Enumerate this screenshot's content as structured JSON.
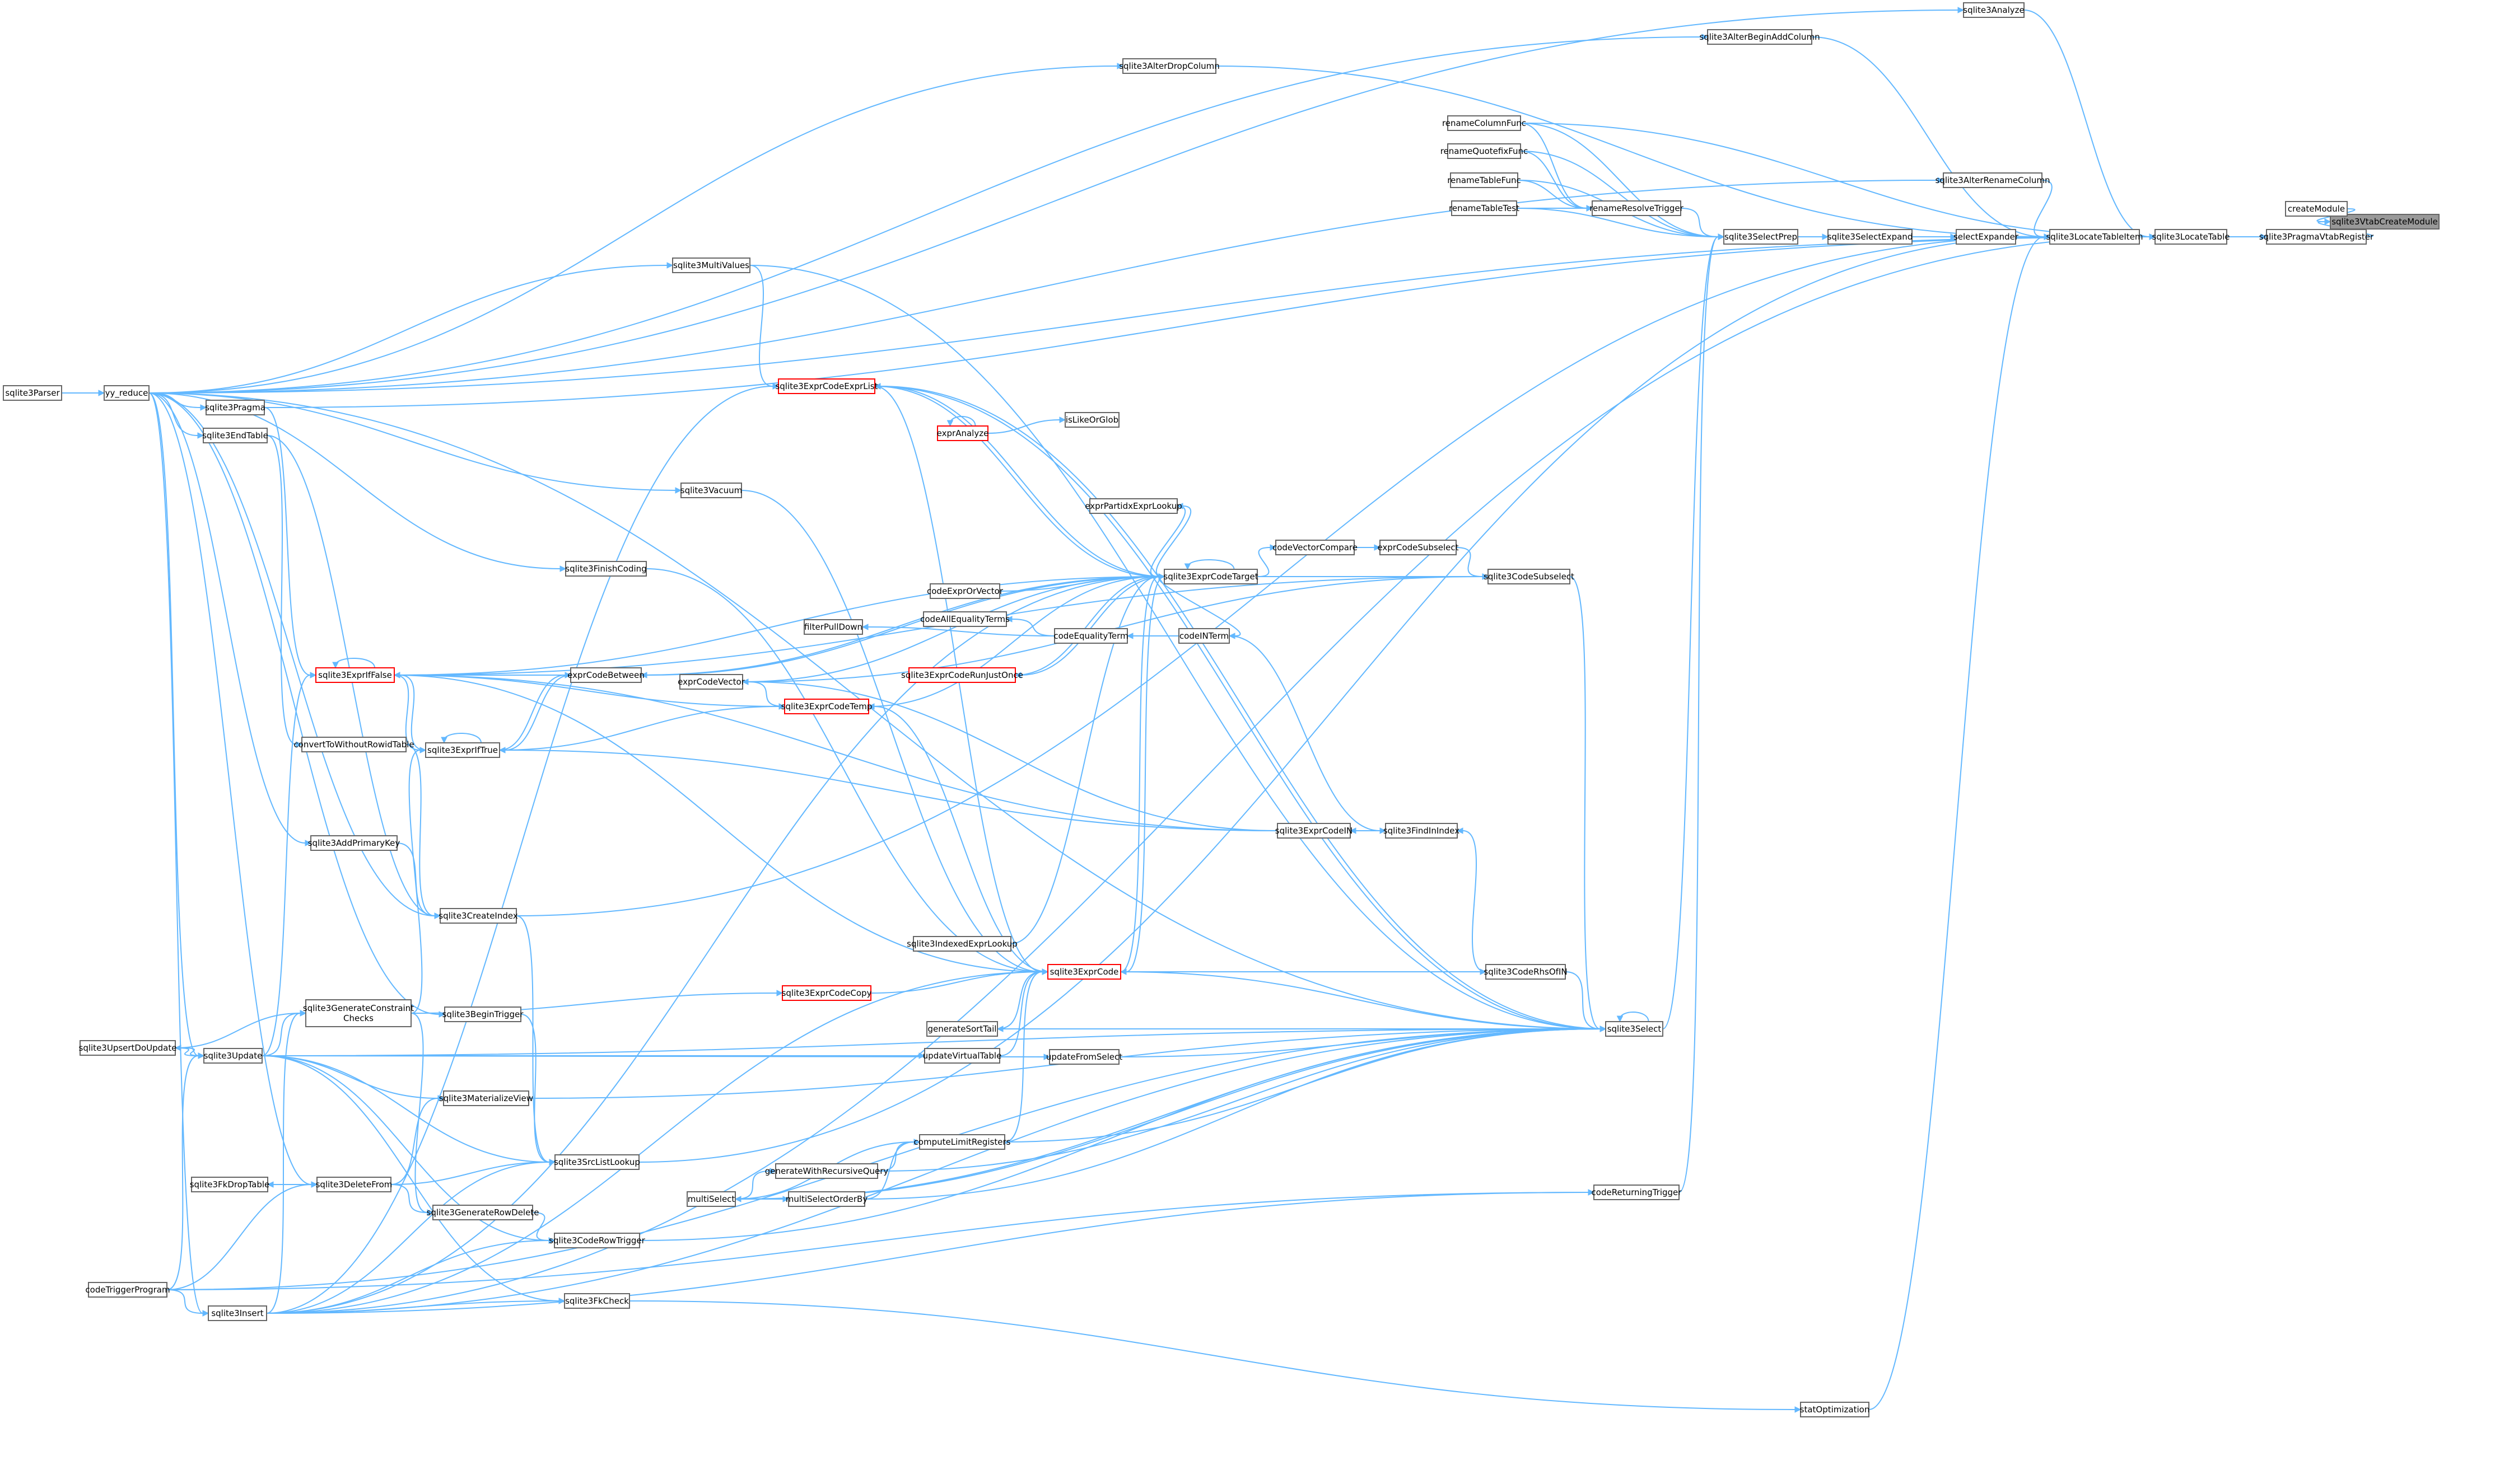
{
  "graph": {
    "highlighted": "sqlite3VtabCreateModule",
    "colors": {
      "edge": "#63b8ff",
      "node_border": "#666666",
      "red_border": "#ff0000",
      "highlight_fill": "#999999"
    },
    "nodes": [
      {
        "id": "sqlite3VtabCreateModule",
        "label": "sqlite3VtabCreateModule"
      },
      {
        "id": "createModule",
        "label": "createModule"
      },
      {
        "id": "sqlite3PragmaVtabRegister",
        "label": "sqlite3PragmaVtabRegister"
      },
      {
        "id": "sqlite3LocateTable",
        "label": "sqlite3LocateTable"
      },
      {
        "id": "sqlite3Analyze",
        "label": "sqlite3Analyze"
      },
      {
        "id": "sqlite3LocateTableItem",
        "label": "sqlite3LocateTableItem"
      },
      {
        "id": "sqlite3AlterBeginAddColumn",
        "label": "sqlite3AlterBeginAddColumn"
      },
      {
        "id": "sqlite3AlterDropColumn",
        "label": "sqlite3AlterDropColumn"
      },
      {
        "id": "sqlite3AlterRenameColumn",
        "label": "sqlite3AlterRenameColumn"
      },
      {
        "id": "selectExpander",
        "label": "selectExpander"
      },
      {
        "id": "sqlite3SelectExpand",
        "label": "sqlite3SelectExpand"
      },
      {
        "id": "sqlite3SelectPrep",
        "label": "sqlite3SelectPrep"
      },
      {
        "id": "renameColumnFunc",
        "label": "renameColumnFunc"
      },
      {
        "id": "renameQuotefixFunc",
        "label": "renameQuotefixFunc"
      },
      {
        "id": "renameTableFunc",
        "label": "renameTableFunc"
      },
      {
        "id": "renameTableTest",
        "label": "renameTableTest"
      },
      {
        "id": "renameResolveTrigger",
        "label": "renameResolveTrigger"
      },
      {
        "id": "sqlite3Parser",
        "label": "sqlite3Parser"
      },
      {
        "id": "yy_reduce",
        "label": "yy_reduce"
      },
      {
        "id": "sqlite3MultiValues",
        "label": "sqlite3MultiValues"
      },
      {
        "id": "sqlite3ExprCodeExprList",
        "label": "sqlite3ExprCodeExprList"
      },
      {
        "id": "sqlite3Pragma",
        "label": "sqlite3Pragma"
      },
      {
        "id": "sqlite3EndTable",
        "label": "sqlite3EndTable"
      },
      {
        "id": "exprAnalyze",
        "label": "exprAnalyze"
      },
      {
        "id": "isLikeOrGlob",
        "label": "isLikeOrGlob"
      },
      {
        "id": "sqlite3Vacuum",
        "label": "sqlite3Vacuum"
      },
      {
        "id": "exprPartidxExprLookup",
        "label": "exprPartidxExprLookup"
      },
      {
        "id": "codeVectorCompare",
        "label": "codeVectorCompare"
      },
      {
        "id": "exprCodeSubselect",
        "label": "exprCodeSubselect"
      },
      {
        "id": "sqlite3FinishCoding",
        "label": "sqlite3FinishCoding"
      },
      {
        "id": "sqlite3ExprCodeTarget",
        "label": "sqlite3ExprCodeTarget"
      },
      {
        "id": "sqlite3CodeSubselect",
        "label": "sqlite3CodeSubselect"
      },
      {
        "id": "codeExprOrVector",
        "label": "codeExprOrVector"
      },
      {
        "id": "codeAllEqualityTerms",
        "label": "codeAllEqualityTerms"
      },
      {
        "id": "filterPullDown",
        "label": "filterPullDown"
      },
      {
        "id": "codeEqualityTerm",
        "label": "codeEqualityTerm"
      },
      {
        "id": "codeINTerm",
        "label": "codeINTerm"
      },
      {
        "id": "sqlite3ExprIfFalse",
        "label": "sqlite3ExprIfFalse"
      },
      {
        "id": "exprCodeBetween",
        "label": "exprCodeBetween"
      },
      {
        "id": "exprCodeVector",
        "label": "exprCodeVector"
      },
      {
        "id": "sqlite3ExprCodeRunJustOnce",
        "label": "sqlite3ExprCodeRunJustOnce"
      },
      {
        "id": "sqlite3ExprCodeTemp",
        "label": "sqlite3ExprCodeTemp"
      },
      {
        "id": "convertToWithoutRowidTable",
        "label": "convertToWithoutRowidTable"
      },
      {
        "id": "sqlite3ExprIfTrue",
        "label": "sqlite3ExprIfTrue"
      },
      {
        "id": "sqlite3ExprCodeIN",
        "label": "sqlite3ExprCodeIN"
      },
      {
        "id": "sqlite3FindInIndex",
        "label": "sqlite3FindInIndex"
      },
      {
        "id": "sqlite3AddPrimaryKey",
        "label": "sqlite3AddPrimaryKey"
      },
      {
        "id": "sqlite3CreateIndex",
        "label": "sqlite3CreateIndex"
      },
      {
        "id": "sqlite3IndexedExprLookup",
        "label": "sqlite3IndexedExprLookup"
      },
      {
        "id": "sqlite3ExprCode",
        "label": "sqlite3ExprCode"
      },
      {
        "id": "sqlite3CodeRhsOfIN",
        "label": "sqlite3CodeRhsOfIN"
      },
      {
        "id": "sqlite3GenerateConstraintChecks",
        "label": "sqlite3GenerateConstraint\nChecks"
      },
      {
        "id": "sqlite3BeginTrigger",
        "label": "sqlite3BeginTrigger"
      },
      {
        "id": "sqlite3ExprCodeCopy",
        "label": "sqlite3ExprCodeCopy"
      },
      {
        "id": "generateSortTail",
        "label": "generateSortTail"
      },
      {
        "id": "sqlite3Select",
        "label": "sqlite3Select"
      },
      {
        "id": "sqlite3UpsertDoUpdate",
        "label": "sqlite3UpsertDoUpdate"
      },
      {
        "id": "sqlite3Update",
        "label": "sqlite3Update"
      },
      {
        "id": "updateVirtualTable",
        "label": "updateVirtualTable"
      },
      {
        "id": "updateFromSelect",
        "label": "updateFromSelect"
      },
      {
        "id": "sqlite3MaterializeView",
        "label": "sqlite3MaterializeView"
      },
      {
        "id": "sqlite3SrcListLookup",
        "label": "sqlite3SrcListLookup"
      },
      {
        "id": "computeLimitRegisters",
        "label": "computeLimitRegisters"
      },
      {
        "id": "generateWithRecursiveQuery",
        "label": "generateWithRecursiveQuery"
      },
      {
        "id": "multiSelect",
        "label": "multiSelect"
      },
      {
        "id": "multiSelectOrderBy",
        "label": "multiSelectOrderBy"
      },
      {
        "id": "sqlite3FkDropTable",
        "label": "sqlite3FkDropTable"
      },
      {
        "id": "sqlite3DeleteFrom",
        "label": "sqlite3DeleteFrom"
      },
      {
        "id": "sqlite3GenerateRowDelete",
        "label": "sqlite3GenerateRowDelete"
      },
      {
        "id": "sqlite3CodeRowTrigger",
        "label": "sqlite3CodeRowTrigger"
      },
      {
        "id": "codeReturningTrigger",
        "label": "codeReturningTrigger"
      },
      {
        "id": "codeTriggerProgram",
        "label": "codeTriggerProgram"
      },
      {
        "id": "sqlite3FkCheck",
        "label": "sqlite3FkCheck"
      },
      {
        "id": "sqlite3Insert",
        "label": "sqlite3Insert"
      },
      {
        "id": "statOptimization",
        "label": "statOptimization"
      }
    ],
    "edges": [
      [
        "sqlite3VtabCreateModule",
        "createModule"
      ],
      [
        "sqlite3VtabCreateModule",
        "sqlite3PragmaVtabRegister"
      ],
      [
        "sqlite3PragmaVtabRegister",
        "sqlite3LocateTable"
      ],
      [
        "sqlite3LocateTable",
        "sqlite3Analyze"
      ],
      [
        "sqlite3LocateTable",
        "sqlite3LocateTableItem"
      ],
      [
        "sqlite3LocateTable",
        "renameColumnFunc"
      ],
      [
        "sqlite3LocateTable",
        "yy_reduce"
      ],
      [
        "sqlite3LocateTable",
        "sqlite3Pragma"
      ],
      [
        "sqlite3LocateTable",
        "sqlite3Insert"
      ],
      [
        "sqlite3Analyze",
        "yy_reduce"
      ],
      [
        "sqlite3LocateTableItem",
        "sqlite3AlterBeginAddColumn"
      ],
      [
        "sqlite3LocateTableItem",
        "sqlite3AlterDropColumn"
      ],
      [
        "sqlite3LocateTableItem",
        "sqlite3AlterRenameColumn"
      ],
      [
        "sqlite3LocateTableItem",
        "selectExpander"
      ],
      [
        "sqlite3LocateTableItem",
        "sqlite3CreateIndex"
      ],
      [
        "sqlite3LocateTableItem",
        "sqlite3SrcListLookup"
      ],
      [
        "sqlite3LocateTableItem",
        "statOptimization"
      ],
      [
        "sqlite3AlterBeginAddColumn",
        "yy_reduce"
      ],
      [
        "sqlite3AlterDropColumn",
        "yy_reduce"
      ],
      [
        "sqlite3AlterRenameColumn",
        "yy_reduce"
      ],
      [
        "selectExpander",
        "sqlite3SelectExpand"
      ],
      [
        "sqlite3SelectExpand",
        "sqlite3SelectPrep"
      ],
      [
        "sqlite3SelectPrep",
        "renameColumnFunc"
      ],
      [
        "sqlite3SelectPrep",
        "renameQuotefixFunc"
      ],
      [
        "sqlite3SelectPrep",
        "renameTableFunc"
      ],
      [
        "sqlite3SelectPrep",
        "renameTableTest"
      ],
      [
        "sqlite3SelectPrep",
        "renameResolveTrigger"
      ],
      [
        "sqlite3SelectPrep",
        "sqlite3Select"
      ],
      [
        "sqlite3SelectPrep",
        "codeReturningTrigger"
      ],
      [
        "renameResolveTrigger",
        "renameColumnFunc"
      ],
      [
        "renameResolveTrigger",
        "renameQuotefixFunc"
      ],
      [
        "renameResolveTrigger",
        "renameTableFunc"
      ],
      [
        "renameResolveTrigger",
        "renameTableTest"
      ],
      [
        "yy_reduce",
        "sqlite3Parser"
      ],
      [
        "sqlite3MultiValues",
        "yy_reduce"
      ],
      [
        "sqlite3ExprCodeExprList",
        "sqlite3MultiValues"
      ],
      [
        "sqlite3ExprCodeExprList",
        "sqlite3ExprCodeTarget"
      ],
      [
        "sqlite3ExprCodeExprList",
        "sqlite3Select"
      ],
      [
        "sqlite3ExprCodeExprList",
        "sqlite3Insert"
      ],
      [
        "sqlite3Pragma",
        "yy_reduce"
      ],
      [
        "sqlite3EndTable",
        "yy_reduce"
      ],
      [
        "exprAnalyze",
        "exprAnalyze"
      ],
      [
        "isLikeOrGlob",
        "exprAnalyze"
      ],
      [
        "sqlite3Vacuum",
        "yy_reduce"
      ],
      [
        "exprPartidxExprLookup",
        "sqlite3ExprCodeTarget"
      ],
      [
        "codeVectorCompare",
        "sqlite3ExprCodeTarget"
      ],
      [
        "exprCodeSubselect",
        "codeVectorCompare"
      ],
      [
        "sqlite3FinishCoding",
        "yy_reduce"
      ],
      [
        "sqlite3ExprCodeTarget",
        "sqlite3ExprCodeTarget"
      ],
      [
        "sqlite3ExprCodeTarget",
        "sqlite3ExprCodeExprList"
      ],
      [
        "sqlite3ExprCodeTarget",
        "exprPartidxExprLookup"
      ],
      [
        "sqlite3ExprCodeTarget",
        "codeExprOrVector"
      ],
      [
        "sqlite3ExprCodeTarget",
        "exprCodeBetween"
      ],
      [
        "sqlite3ExprCodeTarget",
        "exprCodeVector"
      ],
      [
        "sqlite3ExprCodeTarget",
        "sqlite3ExprCodeTemp"
      ],
      [
        "sqlite3ExprCodeTarget",
        "sqlite3ExprCodeRunJustOnce"
      ],
      [
        "sqlite3ExprCodeTarget",
        "sqlite3ExprCode"
      ],
      [
        "sqlite3ExprCodeTarget",
        "sqlite3IndexedExprLookup"
      ],
      [
        "sqlite3ExprCodeTarget",
        "sqlite3Insert"
      ],
      [
        "sqlite3ExprCodeTarget",
        "sqlite3ExprIfFalse"
      ],
      [
        "sqlite3CodeSubselect",
        "exprCodeSubselect"
      ],
      [
        "sqlite3CodeSubselect",
        "sqlite3ExprCodeTarget"
      ],
      [
        "sqlite3CodeSubselect",
        "exprCodeVector"
      ],
      [
        "sqlite3CodeSubselect",
        "sqlite3ExprIfFalse"
      ],
      [
        "codeAllEqualityTerms",
        "codeEqualityTerm"
      ],
      [
        "filterPullDown",
        "codeEqualityTerm"
      ],
      [
        "codeEqualityTerm",
        "codeINTerm"
      ],
      [
        "codeINTerm",
        "sqlite3ExprCodeTarget"
      ],
      [
        "exprCodeBetween",
        "sqlite3ExprIfFalse"
      ],
      [
        "exprCodeBetween",
        "sqlite3ExprIfTrue"
      ],
      [
        "exprCodeBetween",
        "sqlite3ExprCodeTarget"
      ],
      [
        "exprCodeVector",
        "sqlite3ExprCodeTemp"
      ],
      [
        "exprCodeVector",
        "sqlite3ExprCodeIN"
      ],
      [
        "sqlite3ExprCodeRunJustOnce",
        "sqlite3ExprCodeTarget"
      ],
      [
        "sqlite3ExprCodeTemp",
        "sqlite3ExprIfFalse"
      ],
      [
        "sqlite3ExprCodeTemp",
        "sqlite3ExprIfTrue"
      ],
      [
        "sqlite3ExprCodeTemp",
        "sqlite3ExprCode"
      ],
      [
        "sqlite3ExprIfFalse",
        "sqlite3ExprIfFalse"
      ],
      [
        "sqlite3ExprIfFalse",
        "exprCodeBetween"
      ],
      [
        "sqlite3ExprIfFalse",
        "sqlite3ExprIfTrue"
      ],
      [
        "sqlite3ExprIfFalse",
        "sqlite3Update"
      ],
      [
        "sqlite3ExprIfFalse",
        "sqlite3Pragma"
      ],
      [
        "sqlite3ExprIfFalse",
        "sqlite3ExprCodeIN"
      ],
      [
        "sqlite3ExprIfTrue",
        "sqlite3ExprIfTrue"
      ],
      [
        "sqlite3ExprIfTrue",
        "exprCodeBetween"
      ],
      [
        "sqlite3ExprIfTrue",
        "sqlite3ExprIfFalse"
      ],
      [
        "sqlite3ExprIfTrue",
        "sqlite3ExprCodeIN"
      ],
      [
        "sqlite3ExprIfTrue",
        "sqlite3GenerateConstraintChecks"
      ],
      [
        "sqlite3ExprCodeIN",
        "sqlite3FindInIndex"
      ],
      [
        "sqlite3FindInIndex",
        "codeINTerm"
      ],
      [
        "sqlite3FindInIndex",
        "sqlite3CodeRhsOfIN"
      ],
      [
        "convertToWithoutRowidTable",
        "sqlite3EndTable"
      ],
      [
        "sqlite3AddPrimaryKey",
        "yy_reduce"
      ],
      [
        "sqlite3CreateIndex",
        "sqlite3AddPrimaryKey"
      ],
      [
        "sqlite3CreateIndex",
        "convertToWithoutRowidTable"
      ],
      [
        "sqlite3CreateIndex",
        "sqlite3EndTable"
      ],
      [
        "sqlite3CreateIndex",
        "yy_reduce"
      ],
      [
        "sqlite3ExprCode",
        "sqlite3ExprCodeTarget"
      ],
      [
        "sqlite3ExprCode",
        "sqlite3ExprCodeCopy"
      ],
      [
        "sqlite3ExprCode",
        "generateSortTail"
      ],
      [
        "sqlite3ExprCode",
        "updateVirtualTable"
      ],
      [
        "sqlite3ExprCode",
        "computeLimitRegisters"
      ],
      [
        "sqlite3ExprCode",
        "sqlite3Insert"
      ],
      [
        "sqlite3ExprCode",
        "sqlite3ExprIfFalse"
      ],
      [
        "sqlite3ExprCode",
        "sqlite3Vacuum"
      ],
      [
        "sqlite3ExprCode",
        "sqlite3FinishCoding"
      ],
      [
        "sqlite3ExprCode",
        "sqlite3ExprCodeExprList"
      ],
      [
        "sqlite3CodeRhsOfIN",
        "sqlite3ExprCode"
      ],
      [
        "sqlite3ExprCodeCopy",
        "sqlite3GenerateConstraintChecks"
      ],
      [
        "sqlite3GenerateConstraintChecks",
        "sqlite3Update"
      ],
      [
        "sqlite3GenerateConstraintChecks",
        "sqlite3Insert"
      ],
      [
        "sqlite3GenerateConstraintChecks",
        "sqlite3UpsertDoUpdate"
      ],
      [
        "sqlite3BeginTrigger",
        "yy_reduce"
      ],
      [
        "generateSortTail",
        "sqlite3Select"
      ],
      [
        "sqlite3Select",
        "sqlite3Select"
      ],
      [
        "sqlite3Select",
        "sqlite3MultiValues"
      ],
      [
        "sqlite3Select",
        "sqlite3CodeSubselect"
      ],
      [
        "sqlite3Select",
        "sqlite3CodeRhsOfIN"
      ],
      [
        "sqlite3Select",
        "sqlite3ExprCode"
      ],
      [
        "sqlite3Select",
        "sqlite3ExprCodeExprList"
      ],
      [
        "sqlite3Select",
        "sqlite3Update"
      ],
      [
        "sqlite3Select",
        "sqlite3MaterializeView"
      ],
      [
        "sqlite3Select",
        "updateFromSelect"
      ],
      [
        "sqlite3Select",
        "computeLimitRegisters"
      ],
      [
        "sqlite3Select",
        "generateWithRecursiveQuery"
      ],
      [
        "sqlite3Select",
        "multiSelect"
      ],
      [
        "sqlite3Select",
        "multiSelectOrderBy"
      ],
      [
        "sqlite3Select",
        "sqlite3CodeRowTrigger"
      ],
      [
        "sqlite3Select",
        "sqlite3Insert"
      ],
      [
        "sqlite3Select",
        "yy_reduce"
      ],
      [
        "sqlite3Select",
        "codeTriggerProgram"
      ],
      [
        "sqlite3UpsertDoUpdate",
        "sqlite3Update"
      ],
      [
        "sqlite3Update",
        "yy_reduce"
      ],
      [
        "sqlite3Update",
        "codeTriggerProgram"
      ],
      [
        "sqlite3Update",
        "sqlite3UpsertDoUpdate"
      ],
      [
        "updateVirtualTable",
        "sqlite3Update"
      ],
      [
        "updateFromSelect",
        "sqlite3Update"
      ],
      [
        "sqlite3MaterializeView",
        "sqlite3DeleteFrom"
      ],
      [
        "sqlite3MaterializeView",
        "sqlite3Update"
      ],
      [
        "sqlite3SrcListLookup",
        "sqlite3DeleteFrom"
      ],
      [
        "sqlite3SrcListLookup",
        "sqlite3Update"
      ],
      [
        "sqlite3SrcListLookup",
        "sqlite3Insert"
      ],
      [
        "sqlite3SrcListLookup",
        "sqlite3BeginTrigger"
      ],
      [
        "sqlite3SrcListLookup",
        "sqlite3CreateIndex"
      ],
      [
        "computeLimitRegisters",
        "generateWithRecursiveQuery"
      ],
      [
        "computeLimitRegisters",
        "multiSelect"
      ],
      [
        "computeLimitRegisters",
        "multiSelectOrderBy"
      ],
      [
        "generateWithRecursiveQuery",
        "multiSelect"
      ],
      [
        "multiSelectOrderBy",
        "multiSelect"
      ],
      [
        "multiSelect",
        "sqlite3Select"
      ],
      [
        "sqlite3FkDropTable",
        "sqlite3DeleteFrom"
      ],
      [
        "sqlite3DeleteFrom",
        "yy_reduce"
      ],
      [
        "sqlite3DeleteFrom",
        "codeTriggerProgram"
      ],
      [
        "sqlite3GenerateRowDelete",
        "sqlite3DeleteFrom"
      ],
      [
        "sqlite3GenerateRowDelete",
        "sqlite3GenerateConstraintChecks"
      ],
      [
        "sqlite3CodeRowTrigger",
        "sqlite3GenerateRowDelete"
      ],
      [
        "sqlite3CodeRowTrigger",
        "sqlite3Update"
      ],
      [
        "sqlite3CodeRowTrigger",
        "sqlite3Insert"
      ],
      [
        "codeReturningTrigger",
        "sqlite3Insert"
      ],
      [
        "codeReturningTrigger",
        "codeTriggerProgram"
      ],
      [
        "sqlite3FkCheck",
        "sqlite3Update"
      ],
      [
        "sqlite3FkCheck",
        "sqlite3Insert"
      ],
      [
        "sqlite3Insert",
        "yy_reduce"
      ],
      [
        "sqlite3Insert",
        "codeTriggerProgram"
      ],
      [
        "statOptimization",
        "sqlite3FkCheck"
      ]
    ]
  }
}
